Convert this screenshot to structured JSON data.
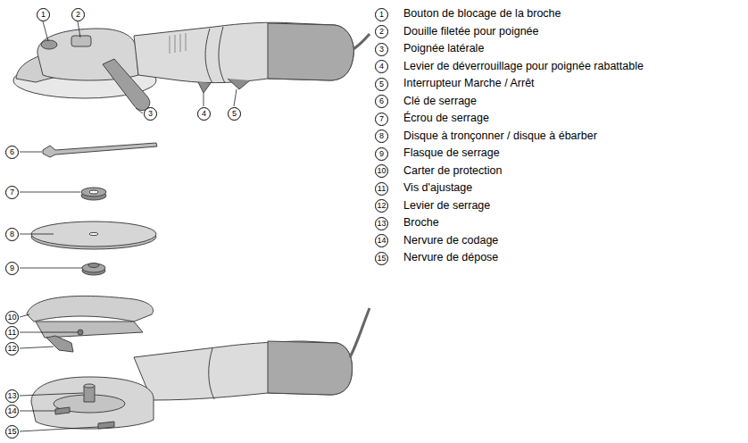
{
  "diagram": {
    "labels": [
      "1",
      "2",
      "3",
      "4",
      "5",
      "6",
      "7",
      "8",
      "9",
      "10",
      "11",
      "12",
      "13",
      "14",
      "15",
      "1",
      "Bouton de blocage de la broche",
      "2",
      "Douille filetée pour poignée",
      "3",
      "Poignée latérale",
      "4",
      "Levier de déverrouillage pour poignée rabattable",
      "5",
      "Interrupteur Marche / Arrêt",
      "6",
      "Clé de serrage",
      "7",
      "Écrou de serrage",
      "8",
      "Disque à tronçonner / disque à ébarber",
      "9",
      "Flasque de serrage",
      "10",
      "Carter de protection",
      "11",
      "Vis d'ajustage",
      "12",
      "Levier de serrage",
      "13",
      "Broche",
      "14",
      "Nervure de codage",
      "15",
      "Nervure de dépose"
    ]
  }
}
